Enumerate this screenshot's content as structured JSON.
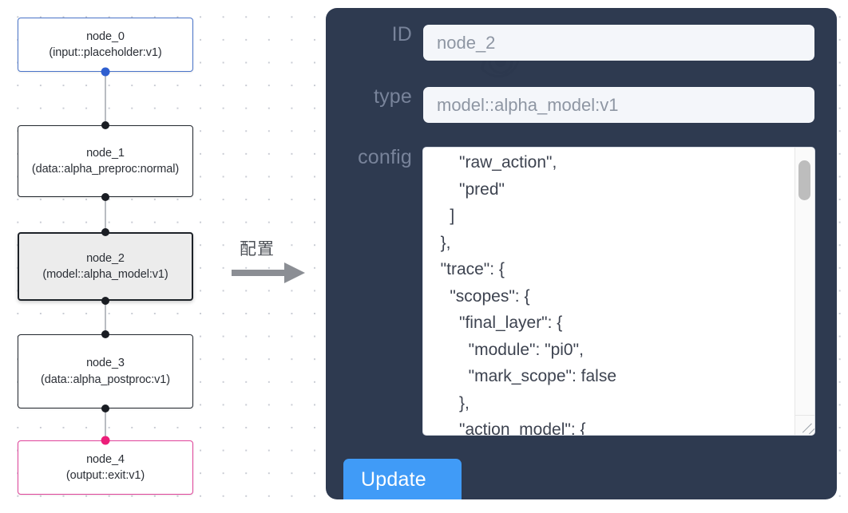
{
  "canvas": {
    "background_color": "#ffffff",
    "grid_dot_color": "#c9ccd4"
  },
  "graph": {
    "nodes": [
      {
        "id": "node_0",
        "title": "node_0",
        "subtitle": "(input::placeholder:v1)",
        "accent_color": "#4a74c9",
        "selected": false
      },
      {
        "id": "node_1",
        "title": "node_1",
        "subtitle": "(data::alpha_preproc:normal)",
        "accent_color": "#22272e",
        "selected": false
      },
      {
        "id": "node_2",
        "title": "node_2",
        "subtitle": "(model::alpha_model:v1)",
        "accent_color": "#1d2228",
        "selected": true
      },
      {
        "id": "node_3",
        "title": "node_3",
        "subtitle": "(data::alpha_postproc:v1)",
        "accent_color": "#22272e",
        "selected": false
      },
      {
        "id": "node_4",
        "title": "node_4",
        "subtitle": "(output::exit:v1)",
        "accent_color": "#e0439a",
        "selected": false
      }
    ]
  },
  "arrow": {
    "label": "配置",
    "color": "#8a8d93"
  },
  "panel": {
    "background_color": "#2e3a50",
    "fields": [
      {
        "key": "id",
        "label": "ID",
        "value": "node_2"
      },
      {
        "key": "type",
        "label": "type",
        "value": "model::alpha_model:v1"
      },
      {
        "key": "config",
        "label": "config",
        "value": ""
      }
    ],
    "id_label": "ID",
    "id_value": "node_2",
    "type_label": "type",
    "type_value": "model::alpha_model:v1",
    "config_label": "config",
    "config_value": "      \"raw_action\",\n      \"pred\"\n    ]\n  },\n  \"trace\": {\n    \"scopes\": {\n      \"final_layer\": {\n        \"module\": \"pi0\",\n        \"mark_scope\": false\n      },\n      \"action_model\": {",
    "update_button_label": "Update",
    "update_button_color": "#409bf7"
  }
}
